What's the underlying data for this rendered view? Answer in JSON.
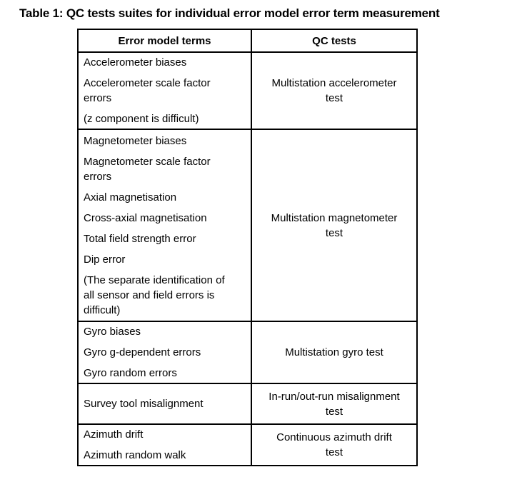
{
  "title": "Table 1: QC tests suites for individual error model error term measurement",
  "colors": {
    "text": "#000000",
    "border": "#000000",
    "background": "#ffffff"
  },
  "table": {
    "columns": {
      "error_model_terms": "Error model terms",
      "qc_tests": "QC tests"
    },
    "rows": [
      {
        "error_terms": [
          [
            "Accelerometer biases"
          ],
          [
            "Accelerometer scale factor",
            "errors"
          ],
          [
            "(z component is difficult)"
          ]
        ],
        "qc_test": [
          "Multistation accelerometer",
          "test"
        ]
      },
      {
        "error_terms": [
          [
            "Magnetometer biases"
          ],
          [
            "Magnetometer scale factor",
            "errors"
          ],
          [
            "Axial magnetisation"
          ],
          [
            "Cross-axial magnetisation"
          ],
          [
            "Total field strength error"
          ],
          [
            "Dip error"
          ],
          [
            "(The separate identification of",
            "all sensor and field errors is",
            "difficult)"
          ]
        ],
        "qc_test": [
          "Multistation magnetometer",
          "test"
        ]
      },
      {
        "error_terms": [
          [
            "Gyro biases"
          ],
          [
            "Gyro g-dependent errors"
          ],
          [
            "Gyro random errors"
          ]
        ],
        "qc_test": [
          "Multistation gyro test"
        ]
      },
      {
        "error_terms": [
          [
            "Survey tool misalignment"
          ]
        ],
        "qc_test": [
          "In-run/out-run misalignment",
          "test"
        ]
      },
      {
        "error_terms": [
          [
            "Azimuth drift"
          ],
          [
            "Azimuth random walk"
          ]
        ],
        "qc_test": [
          "Continuous azimuth drift",
          "test"
        ]
      }
    ]
  }
}
